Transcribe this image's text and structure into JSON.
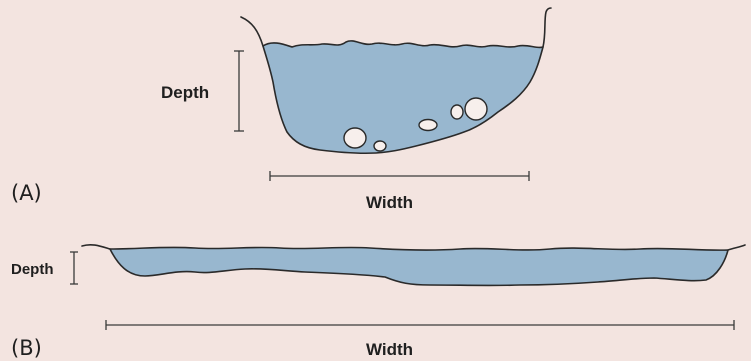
{
  "panel_a": {
    "tag": "(A)",
    "depth_label": "Depth",
    "width_label": "Width"
  },
  "panel_b": {
    "tag": "(B)",
    "depth_label": "Depth",
    "width_label": "Width"
  },
  "colors": {
    "background": "#f3e4e0",
    "water": "#98b7cf",
    "outline": "#2a2a2a",
    "rock": "#f7efec"
  }
}
